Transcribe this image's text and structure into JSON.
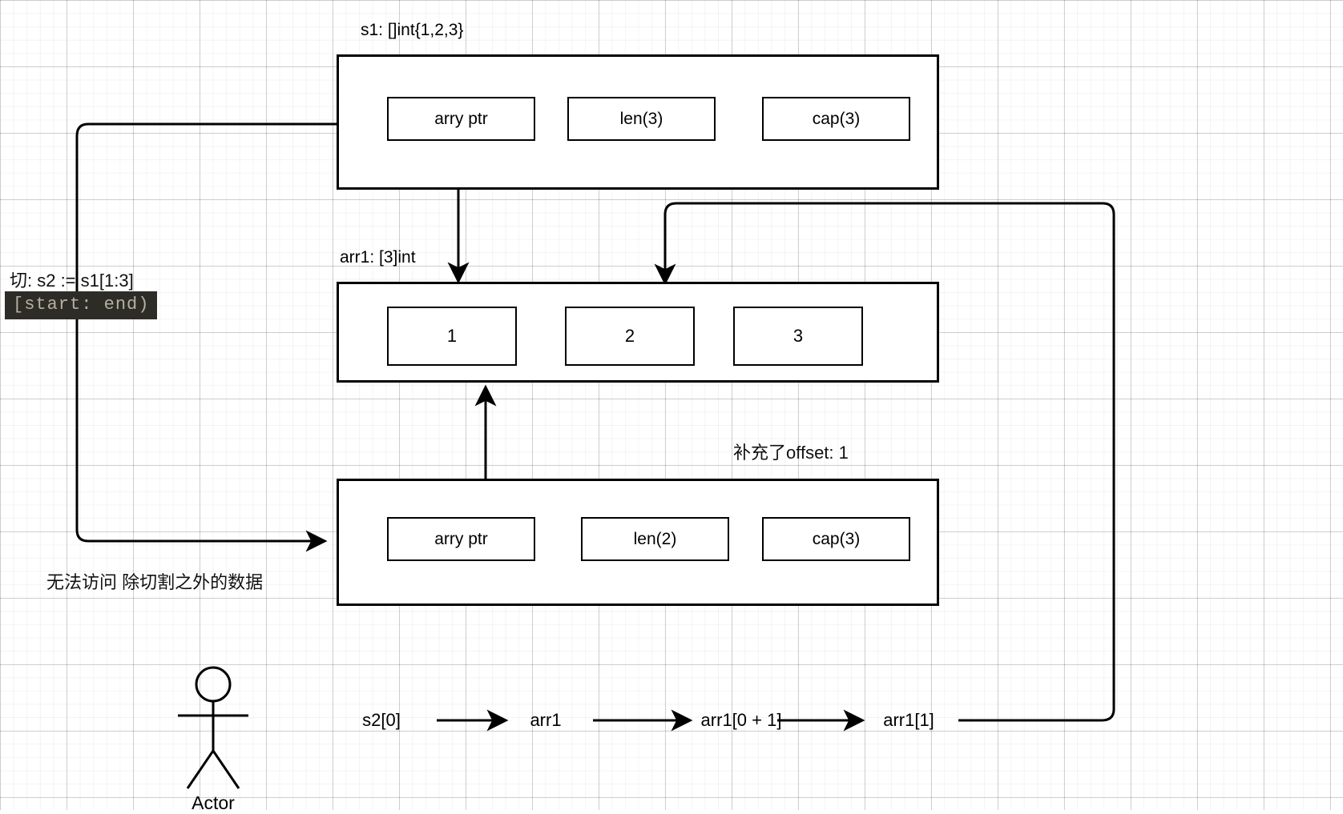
{
  "diagram": {
    "title": "Go slice internals diagram"
  },
  "slice_s1": {
    "caption": "s1: []int{1,2,3}",
    "fields": [
      {
        "label": "arry ptr"
      },
      {
        "label": "len(3)"
      },
      {
        "label": "cap(3)"
      }
    ]
  },
  "array_arr1": {
    "caption": "arr1: [3]int",
    "cells": [
      {
        "value": "1"
      },
      {
        "value": "2"
      },
      {
        "value": "3"
      }
    ]
  },
  "slice_s2": {
    "caption": "补充了offset: 1",
    "fields": [
      {
        "label": "arry ptr"
      },
      {
        "label": "len(2)"
      },
      {
        "label": "cap(3)"
      }
    ]
  },
  "annotations": {
    "slice_expr": "切: s2 := s1[1:3]",
    "range_chip": "[start: end)",
    "no_access": "无法访问 除切割之外的数据"
  },
  "flow": {
    "nodes": [
      {
        "label": "s2[0]"
      },
      {
        "label": "arr1"
      },
      {
        "label": "arr1[0 + 1]"
      },
      {
        "label": "arr1[1]"
      }
    ]
  },
  "actor": {
    "label": "Actor"
  },
  "colors": {
    "stroke": "#000000",
    "background": "#ffffff",
    "grid_minor": "#f0f0f0",
    "grid_major": "#d6d6d6",
    "chip_background": "#2e2c27",
    "chip_text": "#b5b0a1"
  }
}
